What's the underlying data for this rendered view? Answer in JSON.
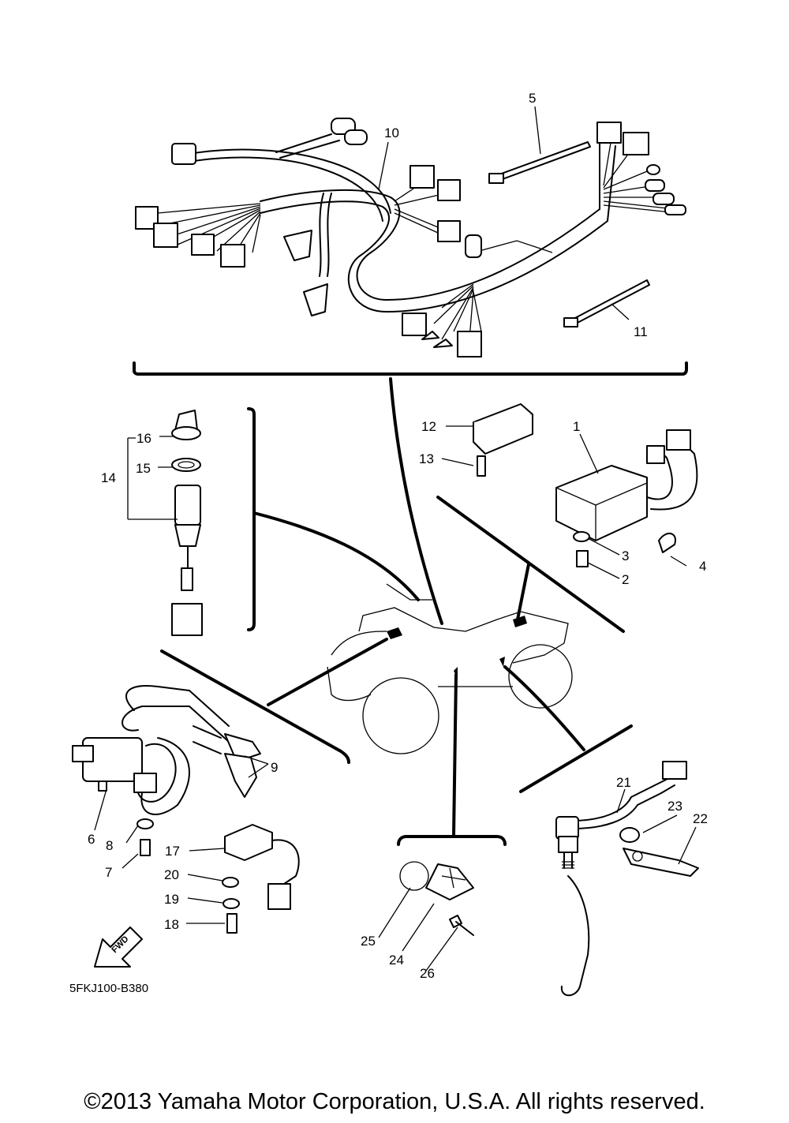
{
  "diagram": {
    "labels": {
      "p1": "1",
      "p2": "2",
      "p3": "3",
      "p4": "4",
      "p5": "5",
      "p6": "6",
      "p7": "7",
      "p8": "8",
      "p9": "9",
      "p10": "10",
      "p11": "11",
      "p12": "12",
      "p13": "13",
      "p14": "14",
      "p15": "15",
      "p16": "16",
      "p17": "17",
      "p18": "18",
      "p19": "19",
      "p20": "20",
      "p21": "21",
      "p22": "22",
      "p23": "23",
      "p24": "24",
      "p25": "25",
      "p26": "26"
    },
    "fwd_arrow": "FWD",
    "diagram_code": "5FKJ100-B380"
  },
  "footer": {
    "copyright": "©2013 Yamaha Motor Corporation, U.S.A. All rights reserved."
  }
}
